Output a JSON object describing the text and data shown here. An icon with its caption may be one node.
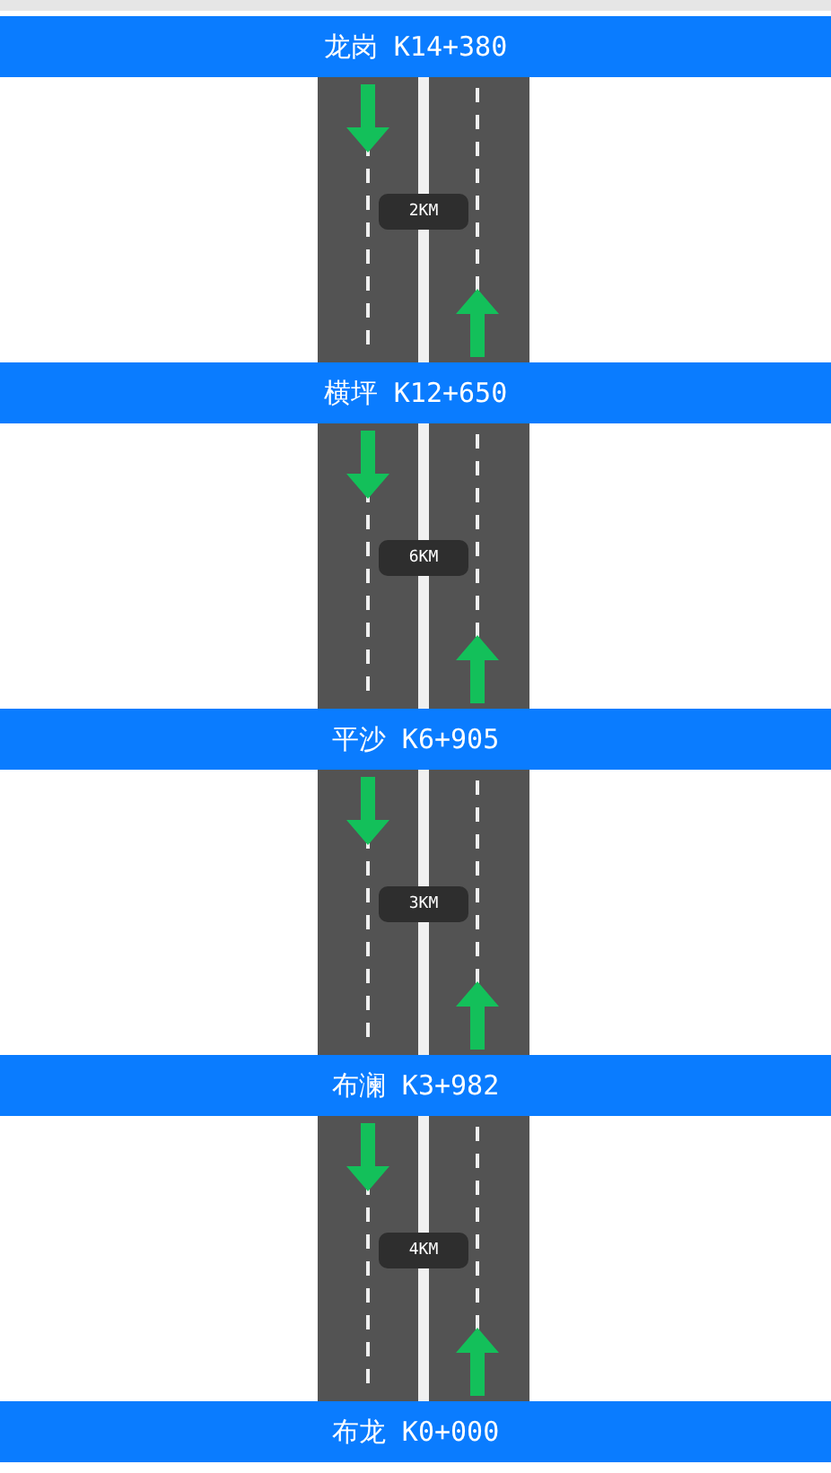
{
  "diagram": {
    "nodes": [
      {
        "text": [
          "龙岗 K14+380"
        ]
      },
      {
        "text": [
          "2KM"
        ]
      },
      {
        "text": [
          "横坪 K12+650"
        ]
      },
      {
        "text": [
          "6KM"
        ]
      },
      {
        "text": [
          "平沙 K6+905"
        ]
      },
      {
        "text": [
          "3KM"
        ]
      },
      {
        "text": [
          "布澜 K3+982"
        ]
      },
      {
        "text": [
          "4KM"
        ]
      },
      {
        "text": [
          "布龙 K0+000"
        ]
      }
    ]
  }
}
